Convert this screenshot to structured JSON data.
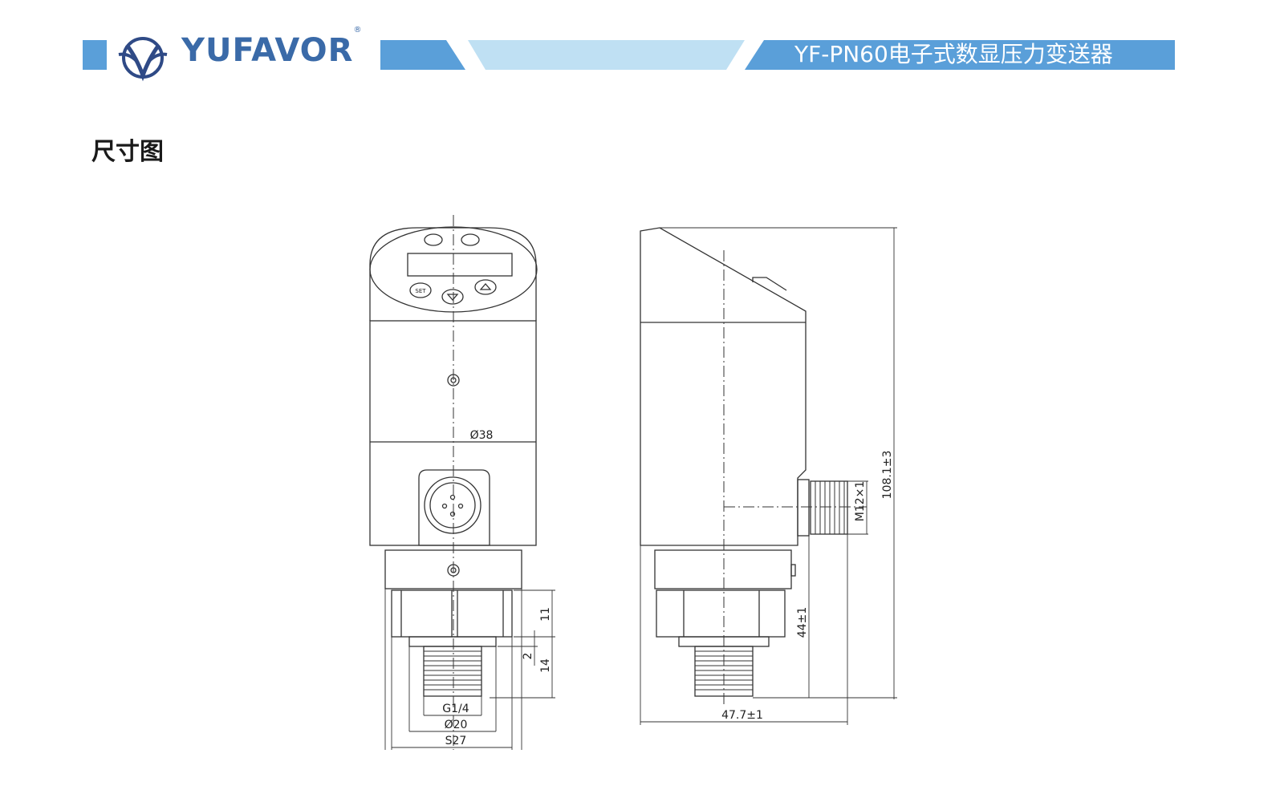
{
  "header": {
    "brand_name": "YUFAVOR",
    "brand_mark": "®",
    "product_title": "YF-PN60电子式数显压力变送器",
    "accent_color": "#5a9fd9",
    "light_color": "#bfe0f3",
    "logo_color": "#2f4a86"
  },
  "section": {
    "title": "尺寸图"
  },
  "dimensions": {
    "front": {
      "diameter": "Ø38",
      "hex_height": "11",
      "gap": "2",
      "thread_length": "14",
      "thread": "G1/4",
      "thread_diameter": "Ø20",
      "hex_size": "S27",
      "set_button": "SET"
    },
    "side": {
      "total_height": "108.1±3",
      "connector": "M12×1",
      "connector_height": "44±1",
      "depth": "47.7±1"
    }
  }
}
